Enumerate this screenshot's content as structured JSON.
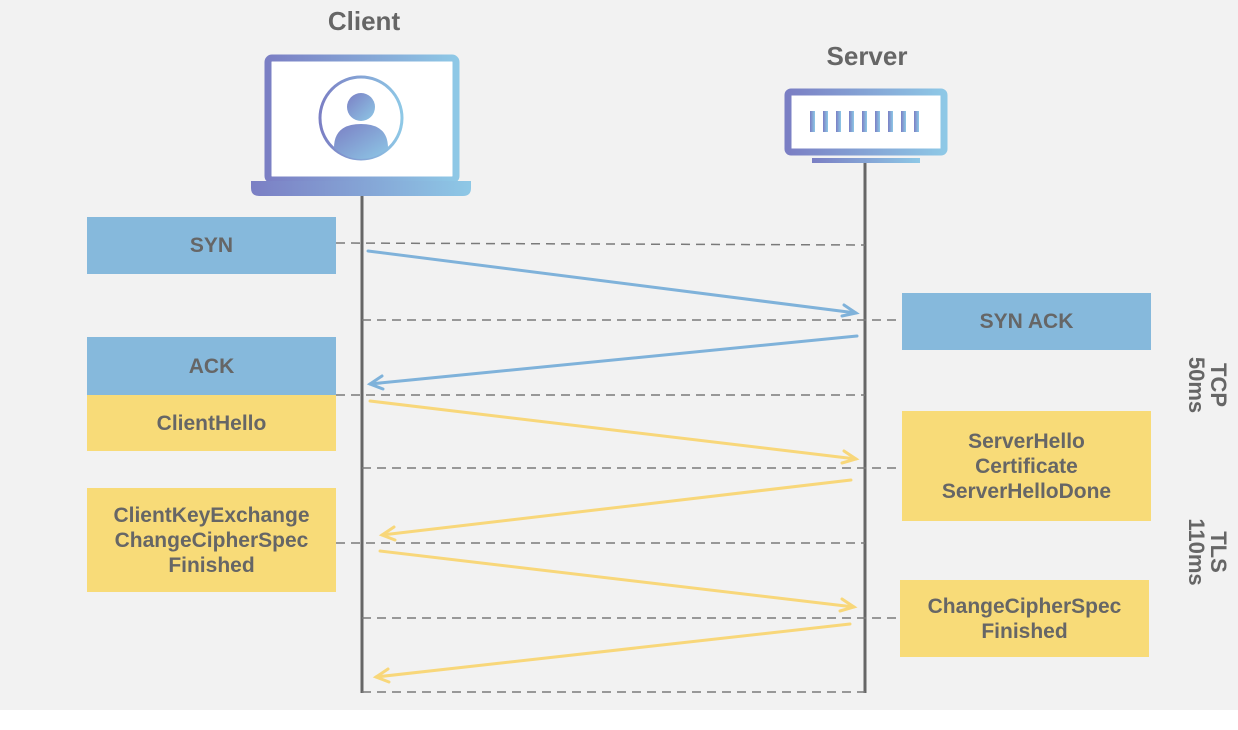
{
  "client": {
    "label": "Client"
  },
  "server": {
    "label": "Server"
  },
  "messages": {
    "syn": "SYN",
    "syn_ack": "SYN ACK",
    "ack": "ACK",
    "client_hello": "ClientHello",
    "server_hello": "ServerHello\nCertificate\nServerHelloDone",
    "client_key_exchange": "ClientKeyExchange\nChangeCipherSpec\nFinished",
    "server_finished": "ChangeCipherSpec\nFinished"
  },
  "phases": {
    "tcp": "TCP\n50ms",
    "tls": "TLS\n110ms"
  },
  "colors": {
    "tcp": "#86b9dc",
    "tls": "#f8db78",
    "tcp_arrow": "#7fb2da",
    "tls_arrow": "#f8d77a",
    "timeline": "#666666",
    "dashed": "#7a7a7a",
    "icon_gradient_start": "#7b7fc4",
    "icon_gradient_end": "#8ec8e6"
  },
  "icons": {
    "client": "laptop-user-icon",
    "server": "server-icon"
  }
}
